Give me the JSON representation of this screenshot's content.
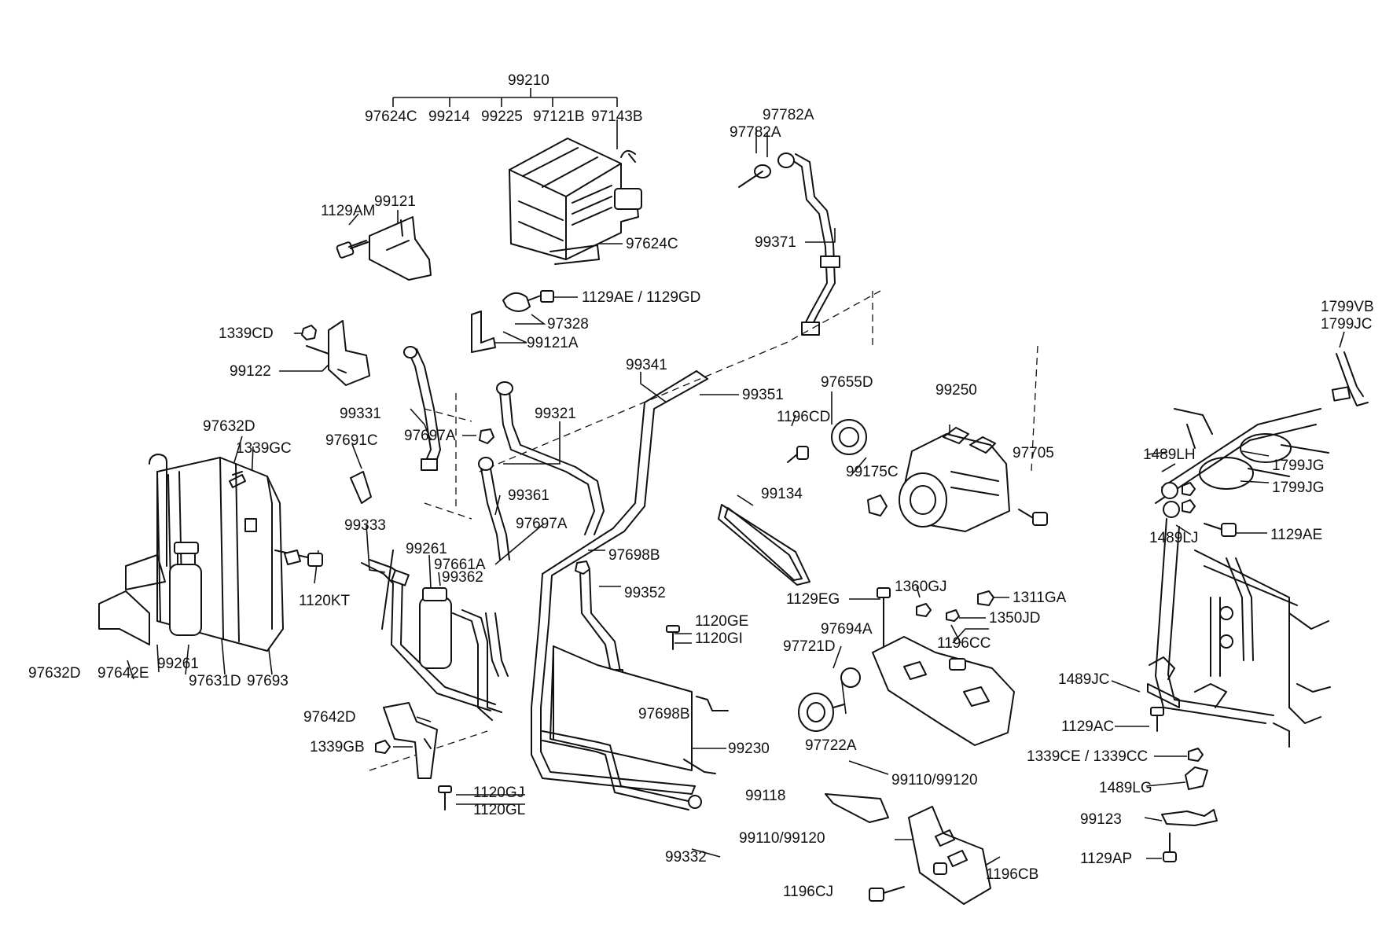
{
  "diagram": {
    "labels": {
      "p99210": "99210",
      "p97624c_top": "97624C",
      "p99214": "99214",
      "p99225": "99225",
      "p97121b": "97121B",
      "p97143b": "97143B",
      "p97624c": "97624C",
      "p99121": "99121",
      "p1129am": "1129AM",
      "p1129ae_1129gd": "1129AE / 1129GD",
      "p97328": "97328",
      "p99121a": "99121A",
      "p1339cd": "1339CD",
      "p99122": "99122",
      "p97782a_a": "97782A",
      "p97782a_b": "97782A",
      "p99371": "99371",
      "p99341": "99341",
      "p99351": "99351",
      "p99331": "99331",
      "p99321": "99321",
      "p97697a_a": "97697A",
      "p97691c": "97691C",
      "p99361": "99361",
      "p97697a_b": "97697A",
      "p97632d_top": "97632D",
      "p1339gc": "1339GC",
      "p99333": "99333",
      "p99261_a": "99261",
      "p97661a": "97661A",
      "p99362": "99362",
      "p97698b_a": "97698B",
      "p99352": "99352",
      "p1120kt": "1120KT",
      "p97655d": "97655D",
      "p1196cd": "1196CD",
      "p99250": "99250",
      "p97705": "97705",
      "p99175c": "99175C",
      "p99134": "99134",
      "p1799vb": "1799VB",
      "p1799jc": "1799JC",
      "p1489lh": "1489LH",
      "p1799jg_a": "1799JG",
      "p1799jg_b": "1799JG",
      "p1489lj": "1489LJ",
      "p1129ae_r": "1129AE",
      "p1129eg": "1129EG",
      "p1360gj": "1360GJ",
      "p1311ga": "1311GA",
      "p1350jd": "1350JD",
      "p97694a": "97694A",
      "p1196cc": "1196CC",
      "p97721d": "97721D",
      "p97722a": "97722A",
      "p1120ge": "1120GE",
      "p1120gi": "1120GI",
      "p97632d_bot": "97632D",
      "p97642e": "97642E",
      "p99261_b": "99261",
      "p97631d": "97631D",
      "p97693": "97693",
      "p97642d": "97642D",
      "p1339gb": "1339GB",
      "p1120gj": "1120GJ",
      "p1120gl": "1120GL",
      "p97698b_b": "97698B",
      "p99230": "99230",
      "p99332": "99332",
      "p99110_99120_a": "99110/99120",
      "p99118": "99118",
      "p99110_99120_b": "99110/99120",
      "p1196cj": "1196CJ",
      "p1196cb": "1196CB",
      "p1489jc": "1489JC",
      "p1129ac": "1129AC",
      "p1339ce_1339cc": "1339CE / 1339CC",
      "p1489lg": "1489LG",
      "p99123": "99123",
      "p1129ap": "1129AP"
    }
  }
}
